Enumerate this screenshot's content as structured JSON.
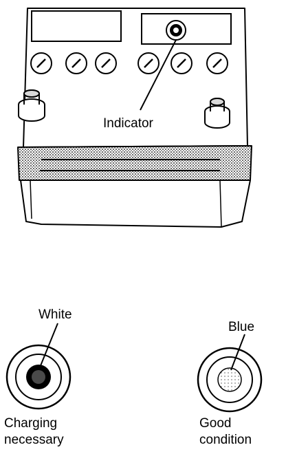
{
  "labels": {
    "indicator": "Indicator",
    "white": "White",
    "blue": "Blue",
    "charging_line1": "Charging",
    "charging_line2": "necessary",
    "good_line1": "Good",
    "good_line2": "condition"
  },
  "colors": {
    "ink": "#000000",
    "paper": "#ffffff",
    "shade": "#9a9a9a"
  }
}
